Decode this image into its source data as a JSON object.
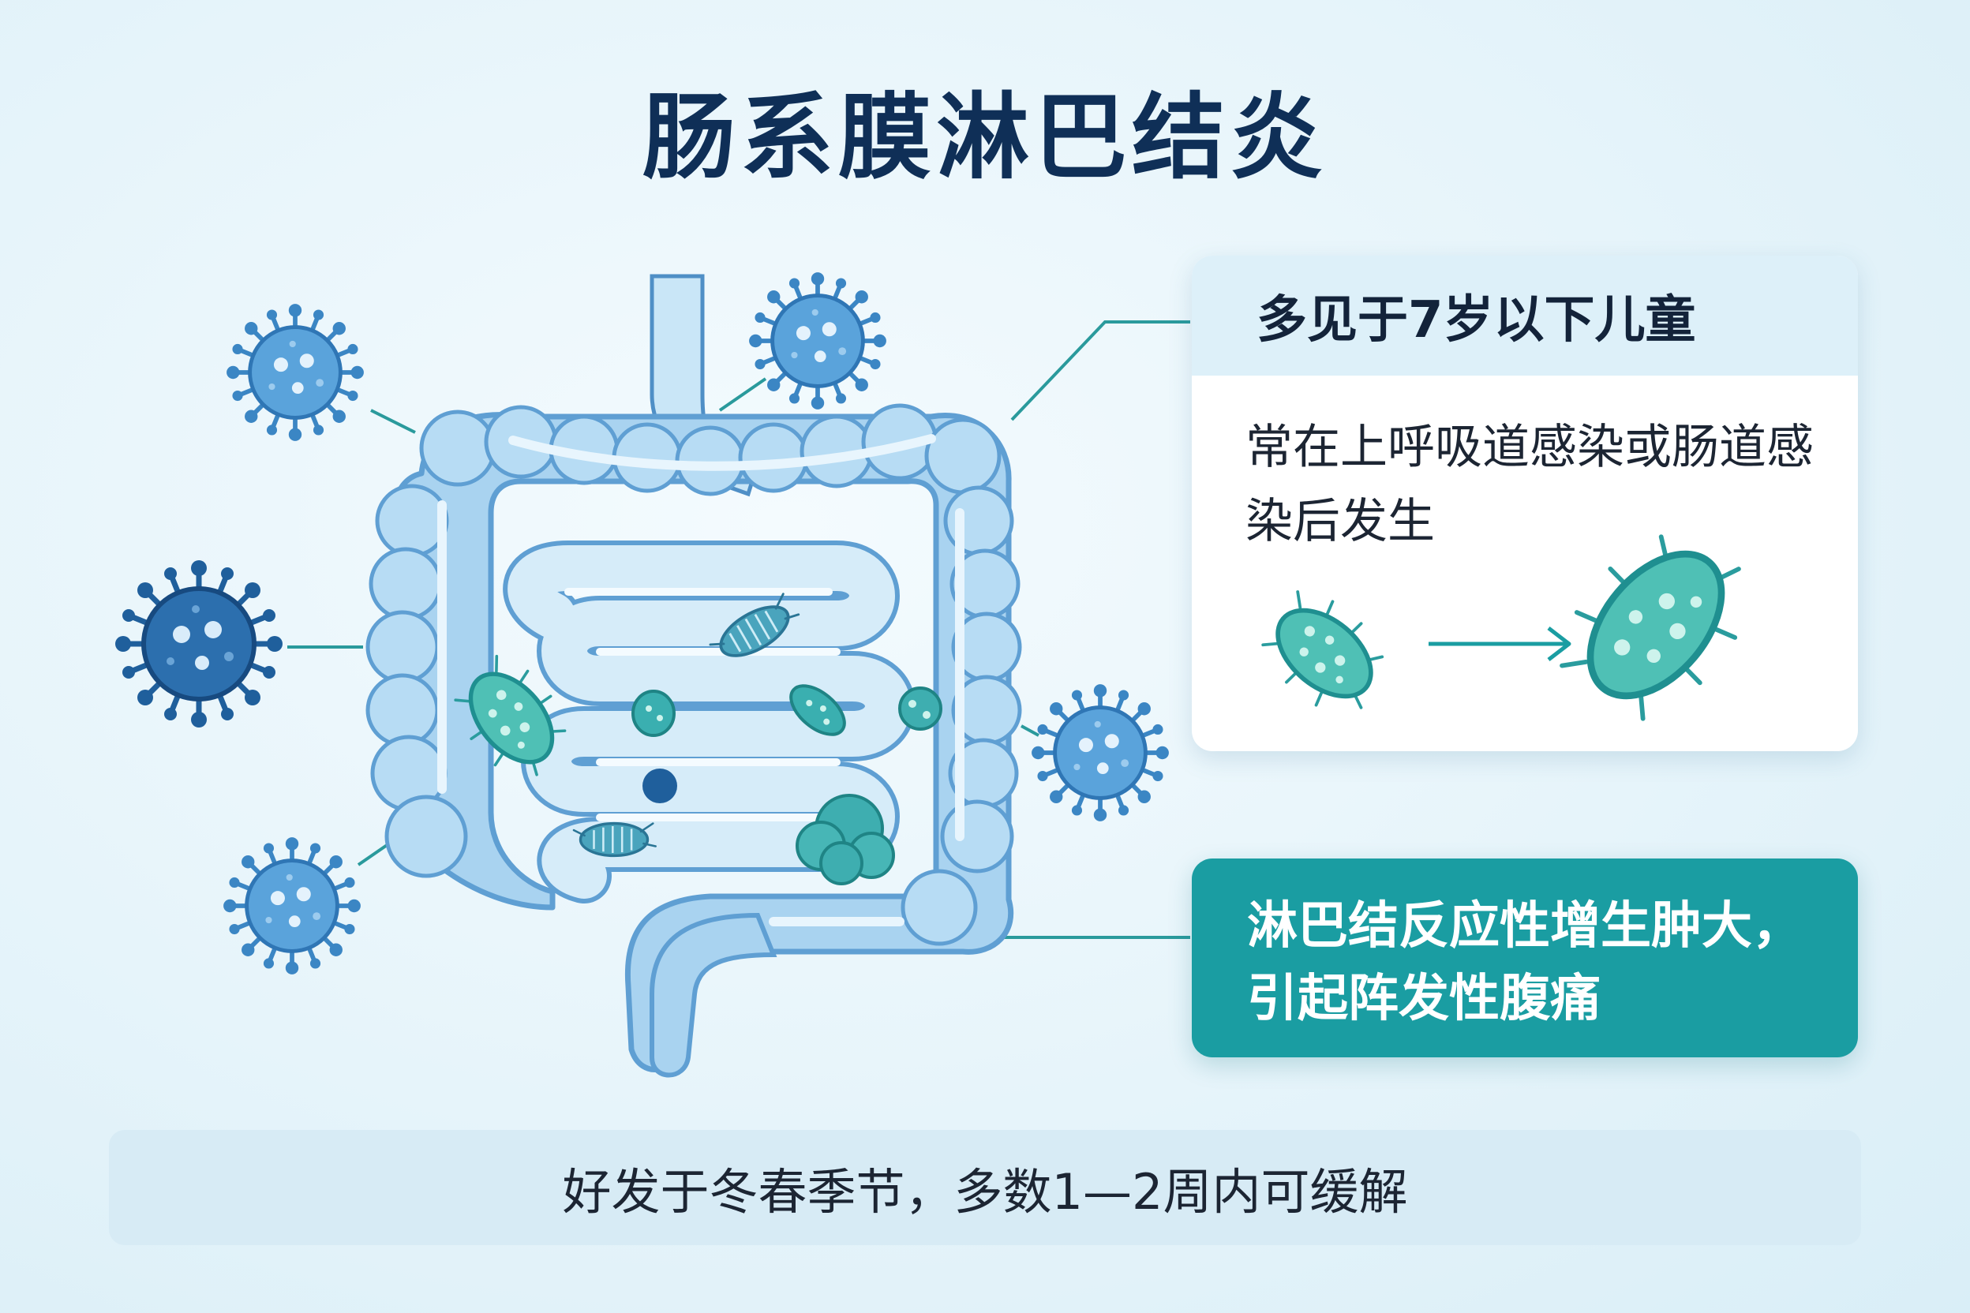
{
  "title": "肠系膜淋巴结炎",
  "info_card": {
    "heading": "多见于7岁以下儿童",
    "body": "常在上呼吸道感染或肠道感染后发生"
  },
  "symptom_card": {
    "text": "淋巴结反应性增生肿大，引起阵发性腹痛"
  },
  "footer": {
    "text": "好发于冬春季节，多数1—2周内可缓解"
  },
  "colors": {
    "title": "#0f2f57",
    "intestine_fill": "#aad4f0",
    "intestine_outline": "#5f9fd3",
    "virus_dark": "#1f5f9c",
    "virus_medium": "#3f8ccb",
    "bacteria": "#3ab7b0",
    "accent_teal": "#1a9da2"
  },
  "icons": {
    "viruses": "virus-icon",
    "bacteria": "bacteria-icon",
    "arrow": "arrow-right-icon"
  }
}
